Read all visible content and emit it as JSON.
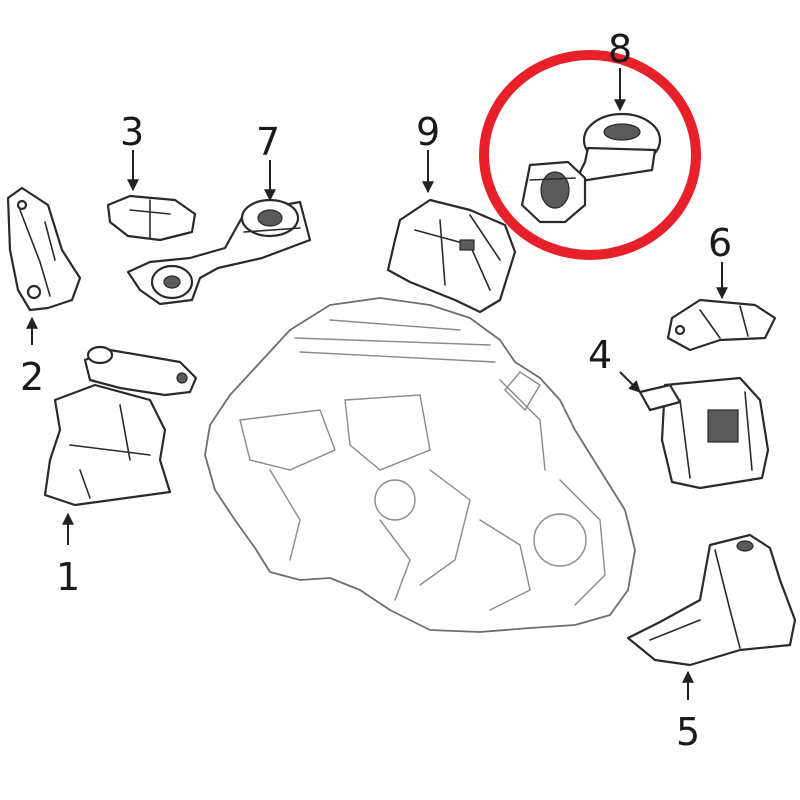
{
  "callouts": [
    {
      "id": "1",
      "label": "1"
    },
    {
      "id": "2",
      "label": "2"
    },
    {
      "id": "3",
      "label": "3"
    },
    {
      "id": "4",
      "label": "4"
    },
    {
      "id": "5",
      "label": "5"
    },
    {
      "id": "6",
      "label": "6"
    },
    {
      "id": "7",
      "label": "7"
    },
    {
      "id": "8",
      "label": "8"
    },
    {
      "id": "9",
      "label": "9"
    }
  ],
  "highlight": {
    "target": "8",
    "color": "#e8202a"
  },
  "colors": {
    "line": "#2a2a2a",
    "engine": "#6e6e6e",
    "background": "#ffffff"
  }
}
